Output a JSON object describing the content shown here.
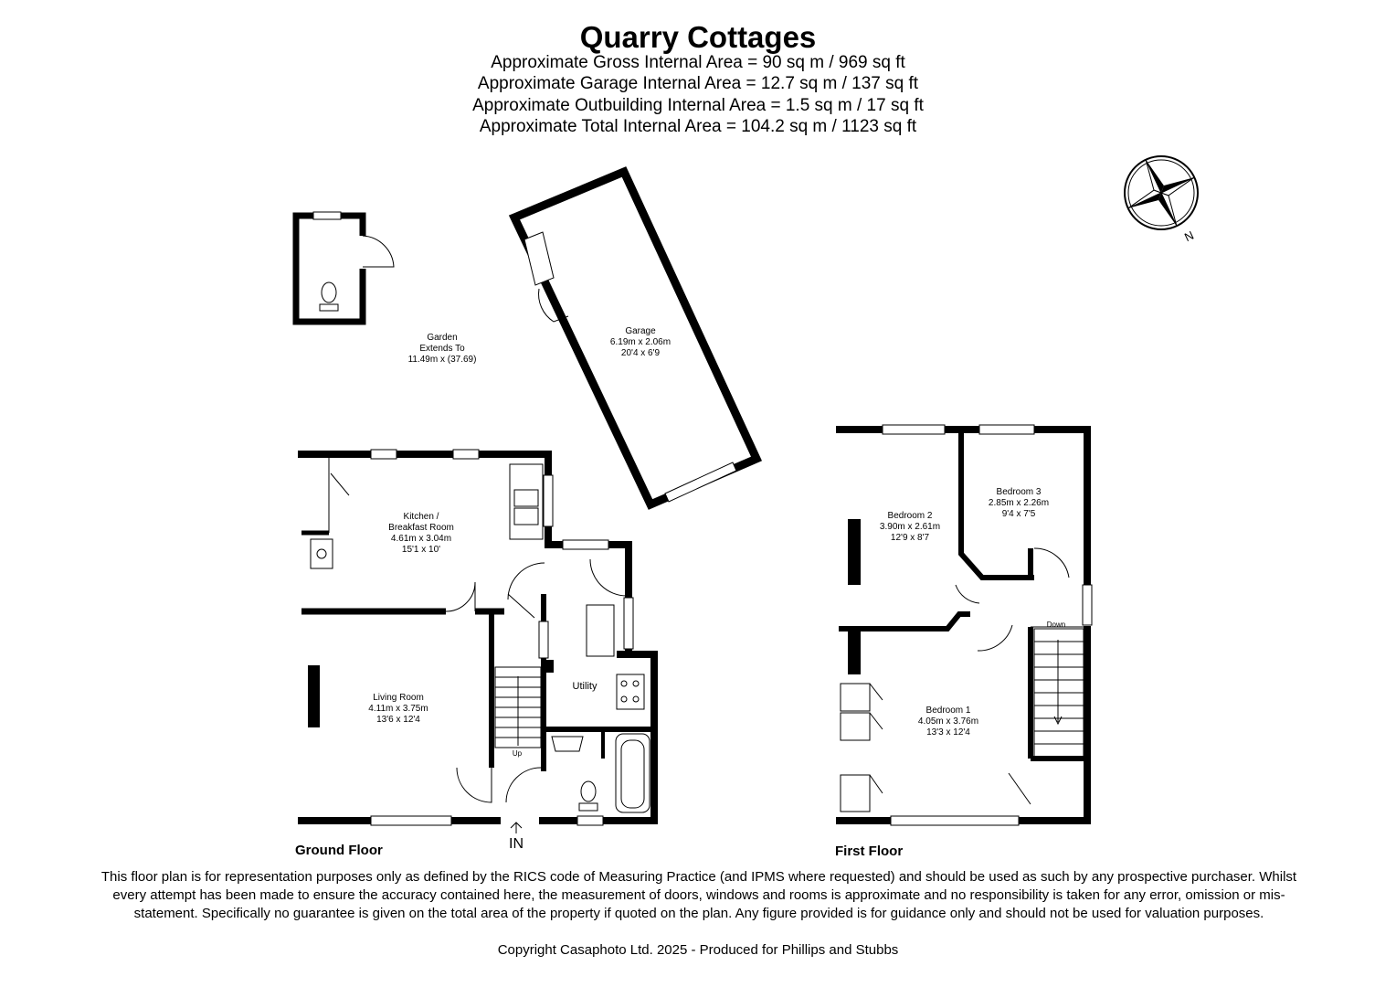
{
  "title": "Quarry Cottages",
  "areas": [
    "Approximate Gross Internal Area = 90 sq m / 969 sq ft",
    "Approximate Garage Internal Area = 12.7 sq m / 137 sq ft",
    "Approximate Outbuilding Internal Area = 1.5 sq m / 17 sq ft",
    "Approximate Total Internal Area = 104.2 sq m / 1123 sq ft"
  ],
  "compass": {
    "label": "N"
  },
  "garden": {
    "line1": "Garden",
    "line2": "Extends To",
    "line3": "11.49m x (37.69)"
  },
  "garage": {
    "name": "Garage",
    "metric": "6.19m x 2.06m",
    "imperial": "20'4 x 6'9"
  },
  "kitchen": {
    "name1": "Kitchen /",
    "name2": "Breakfast Room",
    "metric": "4.61m x 3.04m",
    "imperial": "15'1 x 10'"
  },
  "living": {
    "name": "Living Room",
    "metric": "4.11m x 3.75m",
    "imperial": "13'6 x 12'4"
  },
  "utility": {
    "name": "Utility"
  },
  "stairs_up": "Up",
  "entrance": "IN",
  "bedroom1": {
    "name": "Bedroom 1",
    "metric": "4.05m x 3.76m",
    "imperial": "13'3 x 12'4"
  },
  "bedroom2": {
    "name": "Bedroom 2",
    "metric": "3.90m x 2.61m",
    "imperial": "12'9 x 8'7"
  },
  "bedroom3": {
    "name": "Bedroom 3",
    "metric": "2.85m x 2.26m",
    "imperial": "9'4 x 7'5"
  },
  "stairs_down": "Down",
  "floors": {
    "ground": "Ground Floor",
    "first": "First Floor"
  },
  "disclaimer": "This floor plan is for representation purposes only as defined by the RICS code of Measuring Practice (and IPMS where requested) and should be used as such by any prospective purchaser. Whilst every attempt has been made to ensure the accuracy contained here, the measurement of doors, windows and rooms is approximate and no responsibility is taken for any error, omission or mis-statement. Specifically no guarantee is given on the total area of the property if quoted on the plan. Any figure provided is for guidance only and should not be used for valuation purposes.",
  "copyright": "Copyright Casaphoto Ltd. 2025 - Produced for Phillips and Stubbs"
}
